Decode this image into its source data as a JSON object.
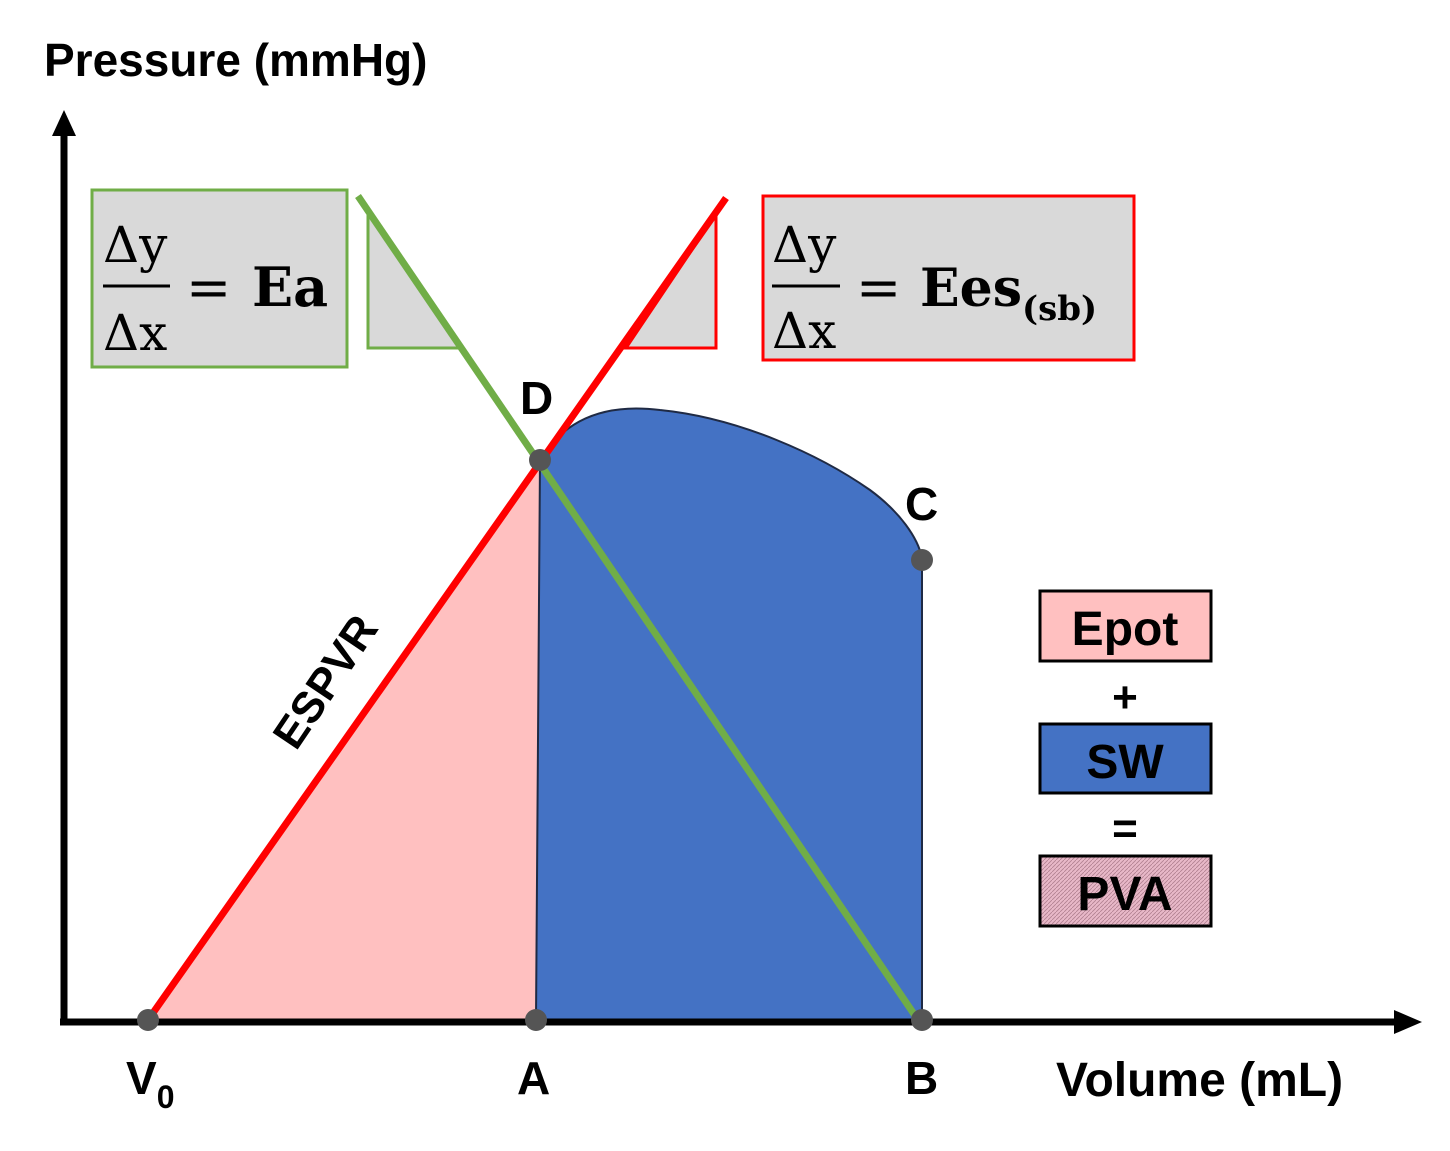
{
  "axes": {
    "y_label": "Pressure (mmHg)",
    "x_label": "Volume (mL)"
  },
  "points": {
    "v0": "V",
    "v0_sub": "0",
    "a": "A",
    "b": "B",
    "c": "C",
    "d": "D"
  },
  "lines": {
    "espvr_label": "ESPVR"
  },
  "formulas": {
    "ea": {
      "numerator": "Δy",
      "denominator": "Δx",
      "equals": "=",
      "name": "Ea"
    },
    "ees": {
      "numerator": "Δy",
      "denominator": "Δx",
      "equals": "=",
      "name": "Ees",
      "subscript": "(sb)"
    }
  },
  "legend": {
    "epot": "Epot",
    "plus": "+",
    "sw": "SW",
    "equals": "=",
    "pva": "PVA"
  },
  "colors": {
    "espvr": "#ff0000",
    "ea_line": "#70ad47",
    "epot_fill": "#ffc0c0",
    "sw_fill": "#4472c4",
    "box_fill": "#d9d9d9",
    "point": "#555555"
  }
}
